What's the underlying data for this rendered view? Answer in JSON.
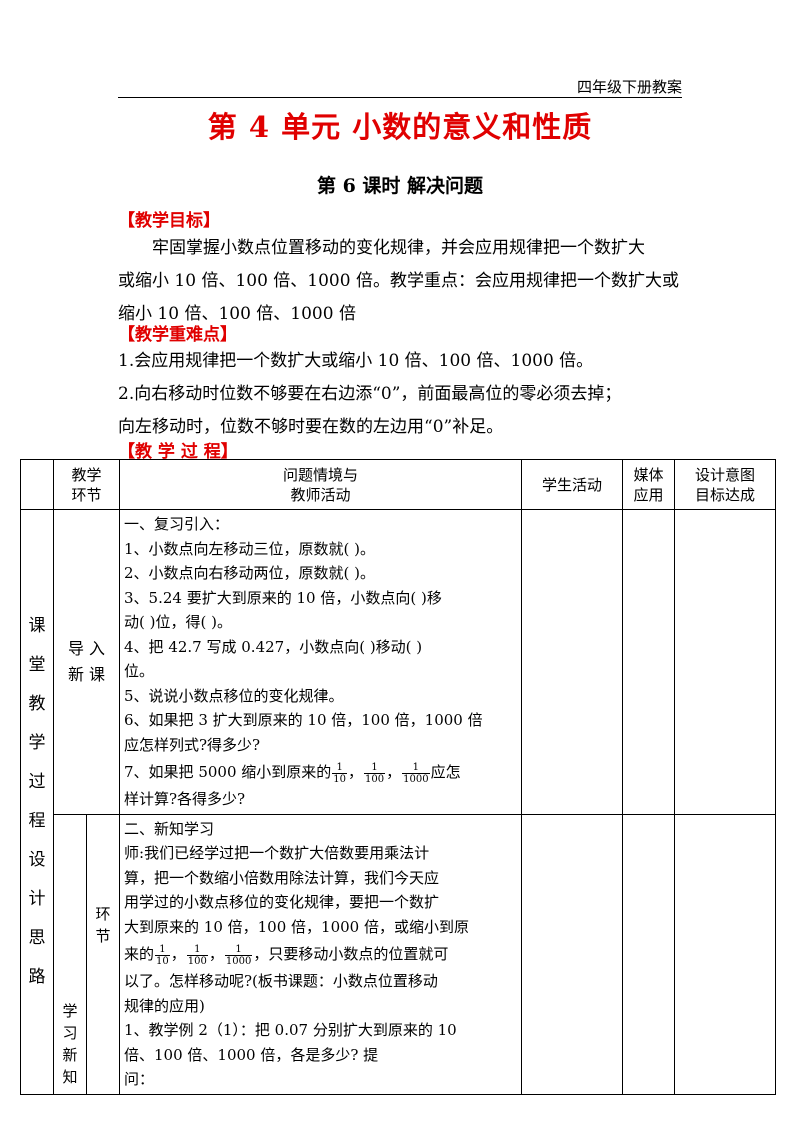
{
  "header": {
    "text": "四年级下册教案"
  },
  "title": "第 4 单元  小数的意义和性质",
  "subtitle": "第 6 课时    解决问题",
  "objectives": {
    "heading": "【教学目标】",
    "lines": [
      "牢固掌握小数点位置移动的变化规律，并会应用规律把一个数扩大",
      "或缩小 10 倍、100 倍、1000 倍。教学重点：会应用规律把一个数扩大或",
      "缩小 10 倍、100 倍、1000 倍"
    ]
  },
  "difficulties": {
    "heading": "【教学重难点】",
    "lines": [
      "1.会应用规律把一个数扩大或缩小 10 倍、100 倍、1000 倍。",
      "2.向右移动时位数不够要在右边添“0”，前面最高位的零必须去掉；",
      "向左移动时，位数不够时要在数的左边用“0”补足。"
    ]
  },
  "process": {
    "heading": "【教 学 过 程】"
  },
  "table": {
    "headers": {
      "stage_1": "教学",
      "stage_2": "环节",
      "activity_1": "问题情境与",
      "activity_2": "教师活动",
      "student": "学生活动",
      "media_1": "媒体",
      "media_2": "应用",
      "design_1": "设计意图",
      "design_2": "目标达成"
    },
    "side_label": [
      "课",
      "堂",
      "教",
      "学",
      "过",
      "程",
      "设",
      "计",
      "思",
      "路"
    ],
    "row1": {
      "stage_a": "导 入",
      "stage_b": "新 课",
      "lines": [
        "一、复习引入：",
        "1、小数点向左移动三位，原数就(               )。",
        "2、小数点向右移动两位，原数就(               )。",
        "3、5.24 要扩大到原来的 10 倍，小数点向(    )移",
        "动(    )位，得(    )。",
        "4、把 42.7 写成 0.427，小数点向(    )移动(    )",
        "位。",
        "5、说说小数点移位的变化规律。",
        "6、如果把 3 扩大到原来的 10 倍，100 倍，1000 倍",
        "应怎样列式?得多少?"
      ],
      "line7_pre": "7、如果把 5000 缩小到原来的",
      "line7_post": "应怎",
      "line8": "样计算?各得多少?",
      "fractions": [
        "1",
        "10",
        "1",
        "100",
        "1",
        "1000"
      ],
      "sep": "，"
    },
    "row2": {
      "stage_main": [
        "学",
        "习",
        "新",
        "知"
      ],
      "stage_side": [
        "环",
        "节"
      ],
      "lines_a": [
        "二、新知学习",
        "师:我们已经学过把一个数扩大倍数要用乘法计",
        "算，把一个数缩小倍数用除法计算，我们今天应",
        "用学过的小数点移位的变化规律，要把一个数扩",
        "大到原来的 10 倍，100 倍，1000 倍，或缩小到原"
      ],
      "line_frac_pre": "来的",
      "line_frac_post": "，只要移动小数点的位置就可",
      "lines_b": [
        "以了。怎样移动呢?(板书课题：小数点位置移动",
        "规律的应用)",
        "1、教学例 2（1）：把 0.07 分别扩大到原来的 10",
        "倍、100 倍、1000 倍，各是多少?          提",
        "问："
      ]
    }
  }
}
